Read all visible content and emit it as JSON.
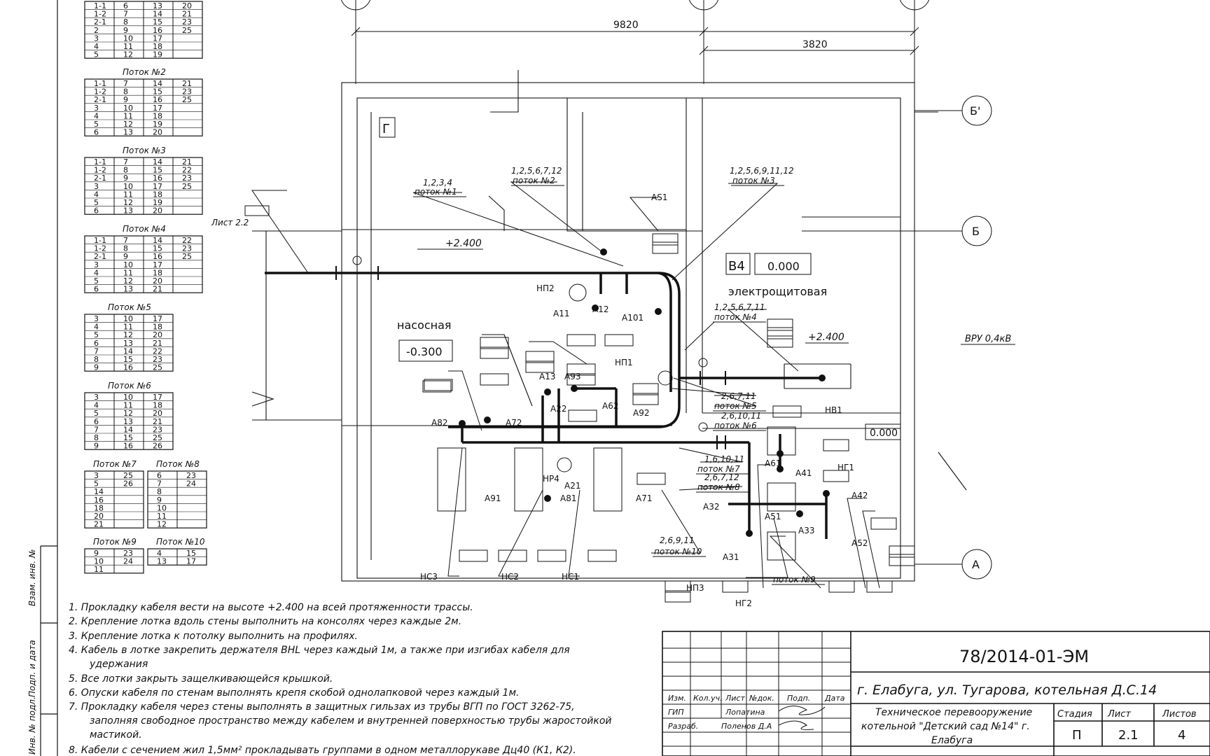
{
  "flows": [
    {
      "title": "",
      "rows": [
        [
          "1-1",
          "6",
          "13",
          "20"
        ],
        [
          "1-2",
          "7",
          "14",
          "21"
        ],
        [
          "2-1",
          "8",
          "15",
          "23"
        ],
        [
          "2",
          "9",
          "16",
          "25"
        ],
        [
          "3",
          "10",
          "17",
          ""
        ],
        [
          "4",
          "11",
          "18",
          ""
        ],
        [
          "5",
          "12",
          "19",
          ""
        ]
      ]
    },
    {
      "title": "Поток №2",
      "rows": [
        [
          "1-1",
          "7",
          "14",
          "21"
        ],
        [
          "1-2",
          "8",
          "15",
          "23"
        ],
        [
          "2-1",
          "9",
          "16",
          "25"
        ],
        [
          "3",
          "10",
          "17",
          ""
        ],
        [
          "4",
          "11",
          "18",
          ""
        ],
        [
          "5",
          "12",
          "19",
          ""
        ],
        [
          "6",
          "13",
          "20",
          ""
        ]
      ]
    },
    {
      "title": "Поток №3",
      "rows": [
        [
          "1-1",
          "7",
          "14",
          "21"
        ],
        [
          "1-2",
          "8",
          "15",
          "22"
        ],
        [
          "2-1",
          "9",
          "16",
          "23"
        ],
        [
          "3",
          "10",
          "17",
          "25"
        ],
        [
          "4",
          "11",
          "18",
          ""
        ],
        [
          "5",
          "12",
          "19",
          ""
        ],
        [
          "6",
          "13",
          "20",
          ""
        ]
      ]
    },
    {
      "title": "Поток №4",
      "rows": [
        [
          "1-1",
          "7",
          "14",
          "22"
        ],
        [
          "1-2",
          "8",
          "15",
          "23"
        ],
        [
          "2-1",
          "9",
          "16",
          "25"
        ],
        [
          "3",
          "10",
          "17",
          ""
        ],
        [
          "4",
          "11",
          "18",
          ""
        ],
        [
          "5",
          "12",
          "20",
          ""
        ],
        [
          "6",
          "13",
          "21",
          ""
        ]
      ]
    },
    {
      "title": "Поток №5",
      "rows": [
        [
          "3",
          "10",
          "17"
        ],
        [
          "4",
          "11",
          "18"
        ],
        [
          "5",
          "12",
          "20"
        ],
        [
          "6",
          "13",
          "21"
        ],
        [
          "7",
          "14",
          "22"
        ],
        [
          "8",
          "15",
          "23"
        ],
        [
          "9",
          "16",
          "25"
        ]
      ]
    },
    {
      "title": "Поток №6",
      "rows": [
        [
          "3",
          "10",
          "17"
        ],
        [
          "4",
          "11",
          "18"
        ],
        [
          "5",
          "12",
          "20"
        ],
        [
          "6",
          "13",
          "21"
        ],
        [
          "7",
          "14",
          "23"
        ],
        [
          "8",
          "15",
          "25"
        ],
        [
          "9",
          "16",
          "26"
        ]
      ]
    },
    {
      "title": "Поток №7",
      "rows": [
        [
          "3",
          "25"
        ],
        [
          "5",
          "26"
        ],
        [
          "14",
          ""
        ],
        [
          "16",
          ""
        ],
        [
          "18",
          ""
        ],
        [
          "20",
          ""
        ],
        [
          "21",
          ""
        ]
      ]
    },
    {
      "title": "Поток №8",
      "rows": [
        [
          "6",
          "23"
        ],
        [
          "7",
          "24"
        ],
        [
          "8",
          ""
        ],
        [
          "9",
          ""
        ],
        [
          "10",
          ""
        ],
        [
          "11",
          ""
        ],
        [
          "12",
          ""
        ]
      ]
    },
    {
      "title": "Поток №9",
      "rows": [
        [
          "9",
          "23"
        ],
        [
          "10",
          "24"
        ],
        [
          "11",
          ""
        ]
      ]
    },
    {
      "title": "Поток №10",
      "rows": [
        [
          "4",
          "15"
        ],
        [
          "13",
          "17"
        ]
      ]
    }
  ],
  "plan": {
    "dim_total": "9820",
    "dim_part": "3820",
    "axes": [
      "Б'",
      "Б",
      "А"
    ],
    "room_g": "Г",
    "room_v4": "В4",
    "v4_level": "0.000",
    "electric_room": "электрощитовая",
    "pump_room": "насосная",
    "pump_level": "-0.300",
    "level_2400": "+2.400",
    "level_2400b": "+2.400",
    "level_0000b": "0.000",
    "vru": "ВРУ 0,4кВ",
    "sheet_ref": "Лист 2.2"
  },
  "labels": [
    {
      "id": "p1",
      "text": "1,2,3,4"
    },
    {
      "id": "p1b",
      "text": "поток №1"
    },
    {
      "id": "p2",
      "text": "1,2,5,6,7,12"
    },
    {
      "id": "p2b",
      "text": "поток №2"
    },
    {
      "id": "p3",
      "text": "1,2,5,6,9,11,12"
    },
    {
      "id": "p3b",
      "text": "поток №3"
    },
    {
      "id": "p4",
      "text": "1,2,5,6,7,11"
    },
    {
      "id": "p4b",
      "text": "поток №4"
    },
    {
      "id": "p5",
      "text": "2,6,7,11"
    },
    {
      "id": "p5b",
      "text": "поток №5"
    },
    {
      "id": "p6",
      "text": "2,6,10,11"
    },
    {
      "id": "p6b",
      "text": "поток №6"
    },
    {
      "id": "p7",
      "text": "1,6,10,11"
    },
    {
      "id": "p7b",
      "text": "поток №7"
    },
    {
      "id": "p8",
      "text": "2,6,7,12"
    },
    {
      "id": "p8b",
      "text": "поток №8"
    },
    {
      "id": "p9b",
      "text": "поток №9"
    },
    {
      "id": "p10",
      "text": "2,6,9,11"
    },
    {
      "id": "p10b",
      "text": "поток №10"
    }
  ],
  "equipment": [
    "НП2",
    "А11",
    "А12",
    "А101",
    "AS1",
    "НП1",
    "А13",
    "А93",
    "А22",
    "А62",
    "А92",
    "А82",
    "А72",
    "НР4",
    "А21",
    "А91",
    "А81",
    "А71",
    "НС3",
    "НС2",
    "НС1",
    "НВ1",
    "А61",
    "А41",
    "НГ1",
    "А42",
    "А32",
    "А51",
    "А33",
    "А52",
    "А31",
    "НП3",
    "НГ2"
  ],
  "notes": [
    "1. Прокладку кабеля вести на высоте +2.400 на всей протяженности трассы.",
    "2. Крепление лотка вдоль стены выполнить на консолях через каждые 2м.",
    "3. Крепление лотка к потолку выполнить на профилях.",
    "4. Кабель в лотке закрепить держателя BHL через каждый 1м, а также при изгибах кабеля для",
    "удержания",
    "5. Все лотки закрыть защелкивающейся крышкой.",
    "6. Опуски кабеля по стенам выполнять крепя скобой однолапковой через каждый 1м.",
    "7. Прокладку кабеля через стены выполнять в защитных гильзах из трубы ВГП по ГОСТ 3262-75,",
    "заполняя свободное пространство между кабелем и внутренней поверхностью трубы жаростойкой",
    "мастикой.",
    "8. Кабели с сечением жил 1,5мм² прокладывать группами в одном металлорукаве Дц40 (К1, К2)."
  ],
  "stamp": {
    "code": "78/2014-01-ЭМ",
    "address": "г. Елабуга, ул. Тугарова, котельная Д.С.14",
    "title_l1": "Техническое перевооружение",
    "title_l2": "котельной \"Детский сад №14\" г.",
    "title_l3": "Елабуга",
    "h_izm": "Изм.",
    "h_koluch": "Кол.уч.",
    "h_list": "Лист",
    "h_ndok": "№док.",
    "h_podp": "Подп.",
    "h_data": "Дата",
    "gip": "ГИП",
    "gip_name": "Лопатина",
    "razrab": "Разраб.",
    "razrab_name": "Поленов Д.А",
    "h_stadia": "Стадия",
    "h_list2": "Лист",
    "h_listov": "Листов",
    "stadia": "П",
    "sheet": "2.1",
    "sheets": "4"
  },
  "side_stamp": {
    "inv": "Взам. инв. №",
    "sign": "Подп. и дата",
    "podl": "Инв. № подл."
  }
}
